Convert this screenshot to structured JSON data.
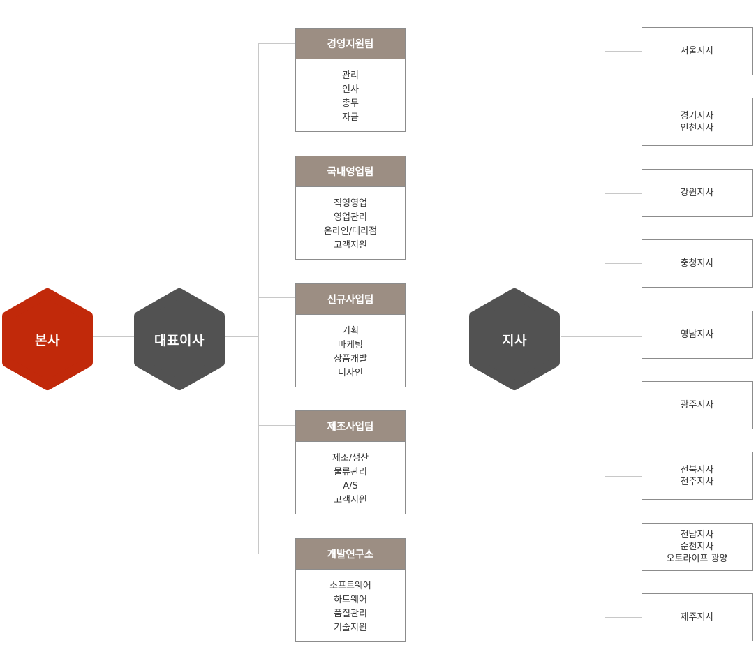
{
  "colors": {
    "hq": "#c1290a",
    "node": "#525252",
    "team_header": "#9c8e83",
    "line": "#c8c8c8"
  },
  "nodes": {
    "hq": "본사",
    "ceo": "대표이사",
    "branch": "지사"
  },
  "teams": [
    {
      "title": "경영지원팀",
      "items": [
        "관리",
        "인사",
        "총무",
        "자금"
      ]
    },
    {
      "title": "국내영업팀",
      "items": [
        "직영영업",
        "영업관리",
        "온라인/대리점",
        "고객지원"
      ]
    },
    {
      "title": "신규사업팀",
      "items": [
        "기획",
        "마케팅",
        "상품개발",
        "디자인"
      ]
    },
    {
      "title": "제조사업팀",
      "items": [
        "제조/생산",
        "물류관리",
        "A/S",
        "고객지원"
      ]
    },
    {
      "title": "개발연구소",
      "items": [
        "소프트웨어",
        "하드웨어",
        "품질관리",
        "기술지원"
      ]
    }
  ],
  "branches": [
    [
      "서울지사"
    ],
    [
      "경기지사",
      "인천지사"
    ],
    [
      "강원지사"
    ],
    [
      "충청지사"
    ],
    [
      "영남지사"
    ],
    [
      "광주지사"
    ],
    [
      "전북지사",
      "전주지사"
    ],
    [
      "전남지사",
      "순천지사",
      "오토라이프 광양"
    ],
    [
      "제주지사"
    ]
  ]
}
